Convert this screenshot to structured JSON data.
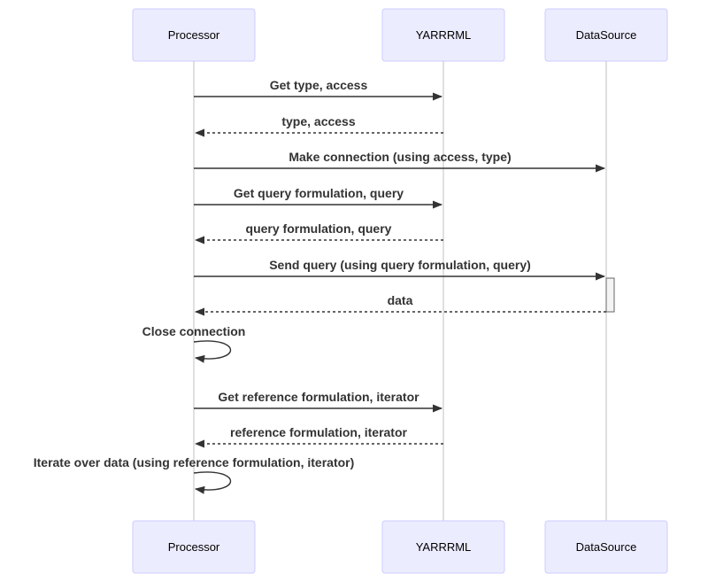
{
  "diagram": {
    "participants": [
      {
        "id": "processor",
        "label": "Processor"
      },
      {
        "id": "yarrrml",
        "label": "YARRRML"
      },
      {
        "id": "datasource",
        "label": "DataSource"
      }
    ],
    "messages": [
      {
        "from": "processor",
        "to": "yarrrml",
        "label": "Get type, access",
        "style": "solid"
      },
      {
        "from": "yarrrml",
        "to": "processor",
        "label": "type, access",
        "style": "dashed"
      },
      {
        "from": "processor",
        "to": "datasource",
        "label": "Make connection (using access, type)",
        "style": "solid"
      },
      {
        "from": "processor",
        "to": "yarrrml",
        "label": "Get query formulation, query",
        "style": "solid"
      },
      {
        "from": "yarrrml",
        "to": "processor",
        "label": "query formulation, query",
        "style": "dashed"
      },
      {
        "from": "processor",
        "to": "datasource",
        "label": "Send query (using query formulation, query)",
        "style": "solid"
      },
      {
        "from": "datasource",
        "to": "processor",
        "label": "data",
        "style": "dashed"
      },
      {
        "from": "processor",
        "to": "processor",
        "label": "Close connection",
        "style": "solid"
      },
      {
        "from": "processor",
        "to": "yarrrml",
        "label": "Get reference formulation, iterator",
        "style": "solid"
      },
      {
        "from": "yarrrml",
        "to": "processor",
        "label": "reference formulation, iterator",
        "style": "dashed"
      },
      {
        "from": "processor",
        "to": "processor",
        "label": "Iterate over data (using reference formulation, iterator)",
        "style": "solid"
      }
    ],
    "activations": [
      {
        "participant": "datasource",
        "from_message": 5,
        "to_message": 6
      }
    ]
  }
}
